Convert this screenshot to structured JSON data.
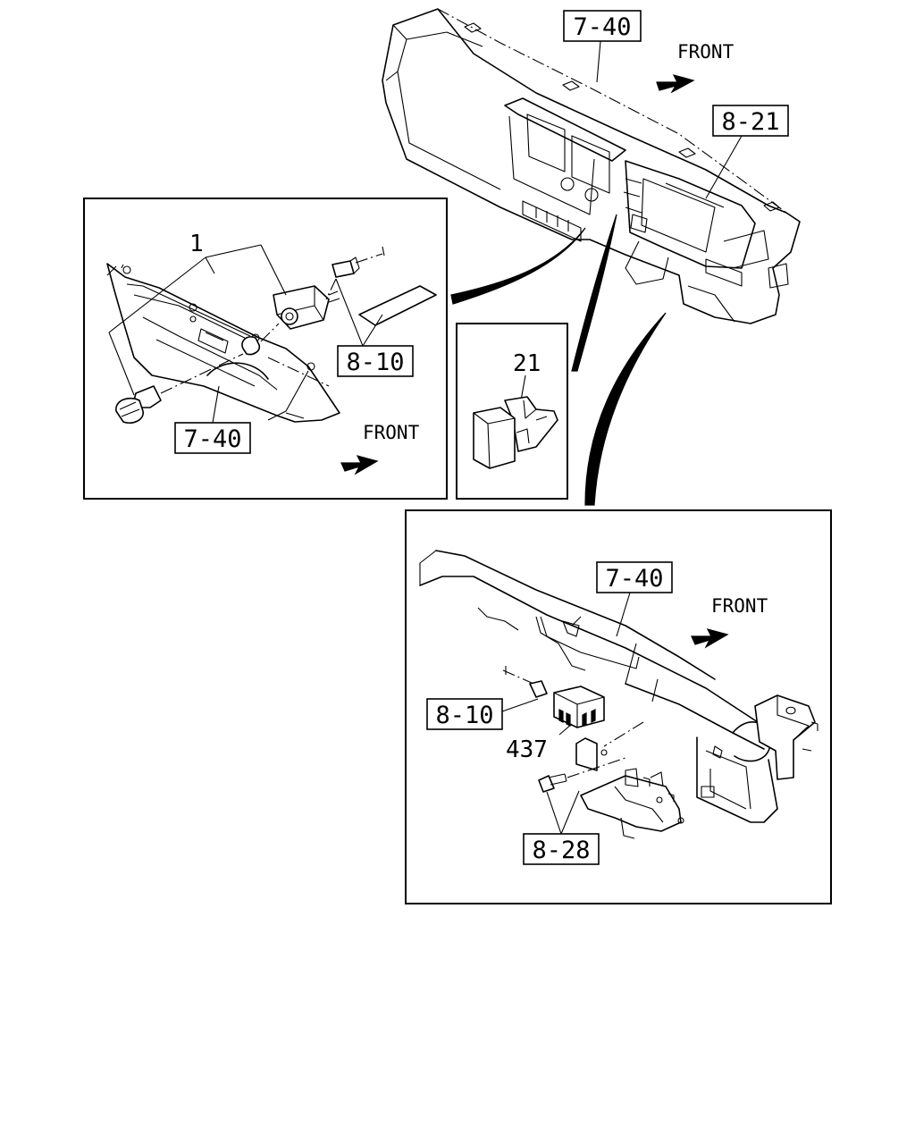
{
  "labels": {
    "main_ref_dashboard": "7-40",
    "main_ref_meter": "8-21",
    "main_front": "FRONT",
    "left_part_num": "1",
    "left_ref_harness": "8-10",
    "left_ref_dashboard": "7-40",
    "left_front": "FRONT",
    "mid_part_num": "21",
    "bottom_ref_dashboard": "7-40",
    "bottom_front": "FRONT",
    "bottom_ref_harness": "8-10",
    "bottom_part_num": "437",
    "bottom_ref_bracket": "8-28"
  },
  "colors": {
    "line": "#000000",
    "background": "#ffffff"
  },
  "icons": [
    "front-direction-arrow-icon"
  ]
}
